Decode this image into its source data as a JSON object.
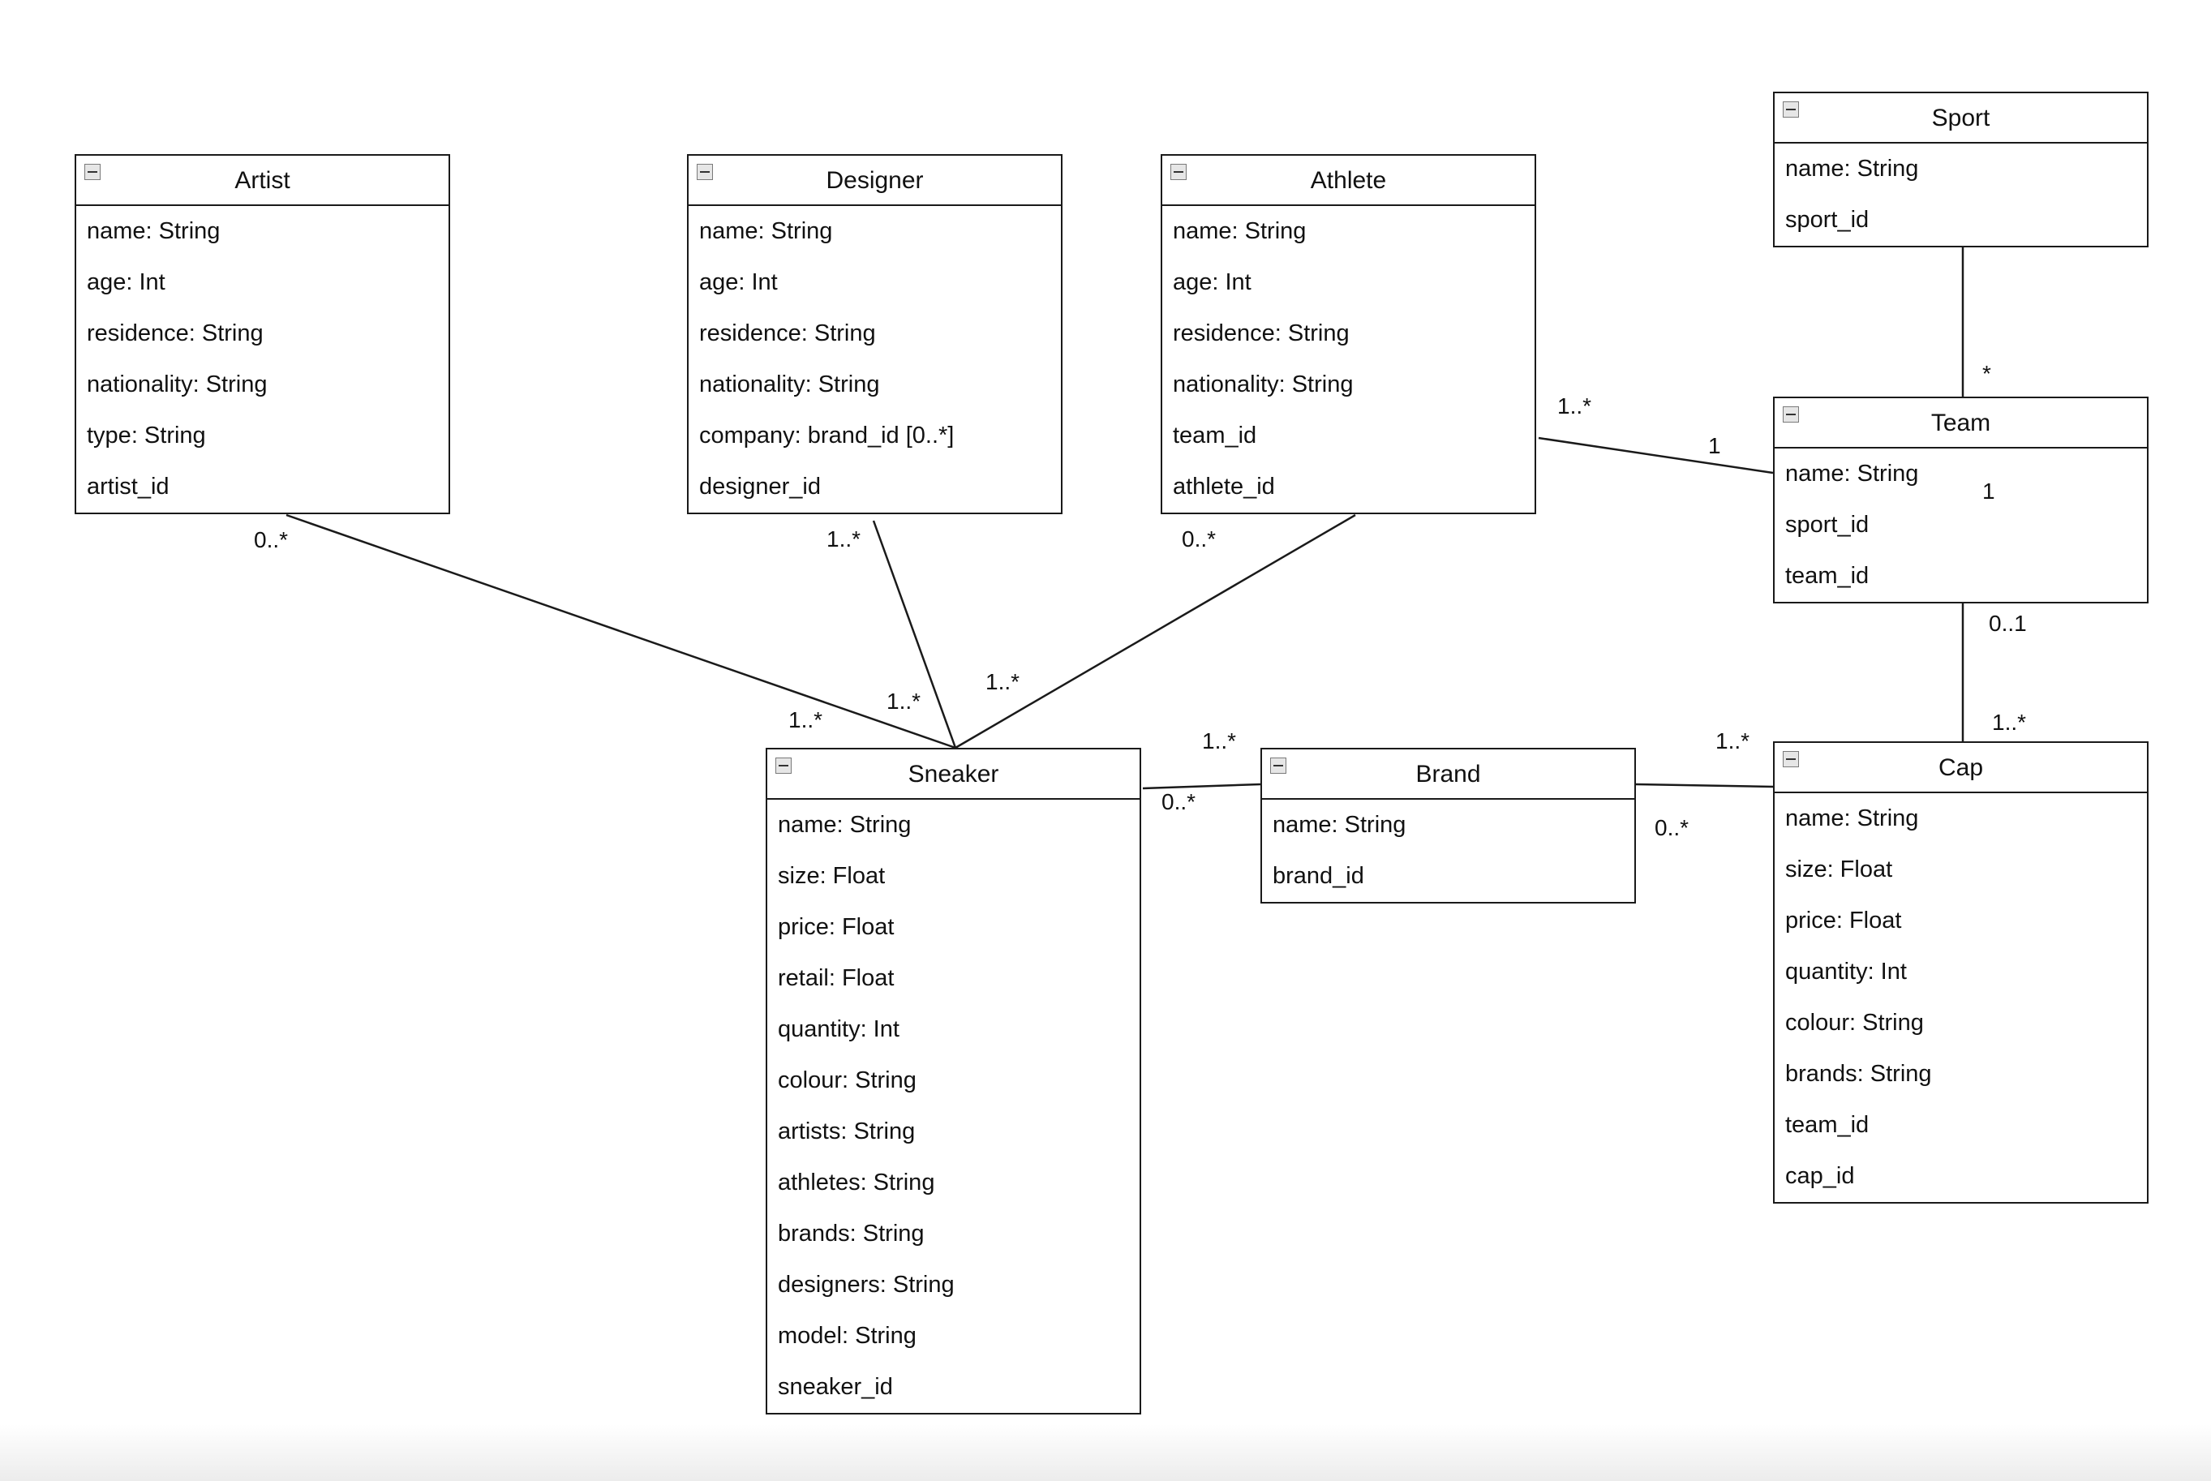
{
  "classes": {
    "artist": {
      "title": "Artist",
      "attributes": [
        "name: String",
        "age: Int",
        "residence: String",
        "nationality: String",
        "type: String",
        "artist_id"
      ]
    },
    "designer": {
      "title": "Designer",
      "attributes": [
        "name: String",
        "age: Int",
        "residence: String",
        "nationality: String",
        "company: brand_id [0..*]",
        "designer_id"
      ]
    },
    "athlete": {
      "title": "Athlete",
      "attributes": [
        "name: String",
        "age: Int",
        "residence: String",
        "nationality: String",
        "team_id",
        "athlete_id"
      ]
    },
    "sport": {
      "title": "Sport",
      "attributes": [
        "name: String",
        "sport_id"
      ]
    },
    "team": {
      "title": "Team",
      "attributes": [
        "name: String",
        "sport_id",
        "team_id"
      ]
    },
    "sneaker": {
      "title": "Sneaker",
      "attributes": [
        "name: String",
        "size: Float",
        "price: Float",
        "retail: Float",
        "quantity: Int",
        "colour: String",
        "artists: String",
        "athletes: String",
        "brands: String",
        "designers: String",
        "model: String",
        "sneaker_id"
      ]
    },
    "brand": {
      "title": "Brand",
      "attributes": [
        "name: String",
        "brand_id"
      ]
    },
    "cap": {
      "title": "Cap",
      "attributes": [
        "name: String",
        "size: Float",
        "price: Float",
        "quantity: Int",
        "colour: String",
        "brands: String",
        "team_id",
        "cap_id"
      ]
    }
  },
  "associations": {
    "artist_sneaker": {
      "from": "Artist",
      "to": "Sneaker",
      "from_mult": "0..*",
      "to_mult": "1..*"
    },
    "designer_sneaker": {
      "from": "Designer",
      "to": "Sneaker",
      "from_mult": "1..*",
      "to_mult": "1..*"
    },
    "athlete_sneaker": {
      "from": "Athlete",
      "to": "Sneaker",
      "from_mult": "0..*",
      "to_mult": "1..*"
    },
    "athlete_team": {
      "from": "Athlete",
      "to": "Team",
      "from_mult": "1..*",
      "to_mult": "1"
    },
    "sport_team": {
      "from": "Sport",
      "to": "Team",
      "from_mult": "",
      "to_mult": "*",
      "inner_mult": "1"
    },
    "team_cap": {
      "from": "Team",
      "to": "Cap",
      "from_mult": "0..1",
      "to_mult": "1..*"
    },
    "sneaker_brand": {
      "from": "Sneaker",
      "to": "Brand",
      "from_mult": "0..*",
      "to_mult": "1..*"
    },
    "brand_cap": {
      "from": "Brand",
      "to": "Cap",
      "from_mult": "0..*",
      "to_mult": "1..*"
    }
  }
}
